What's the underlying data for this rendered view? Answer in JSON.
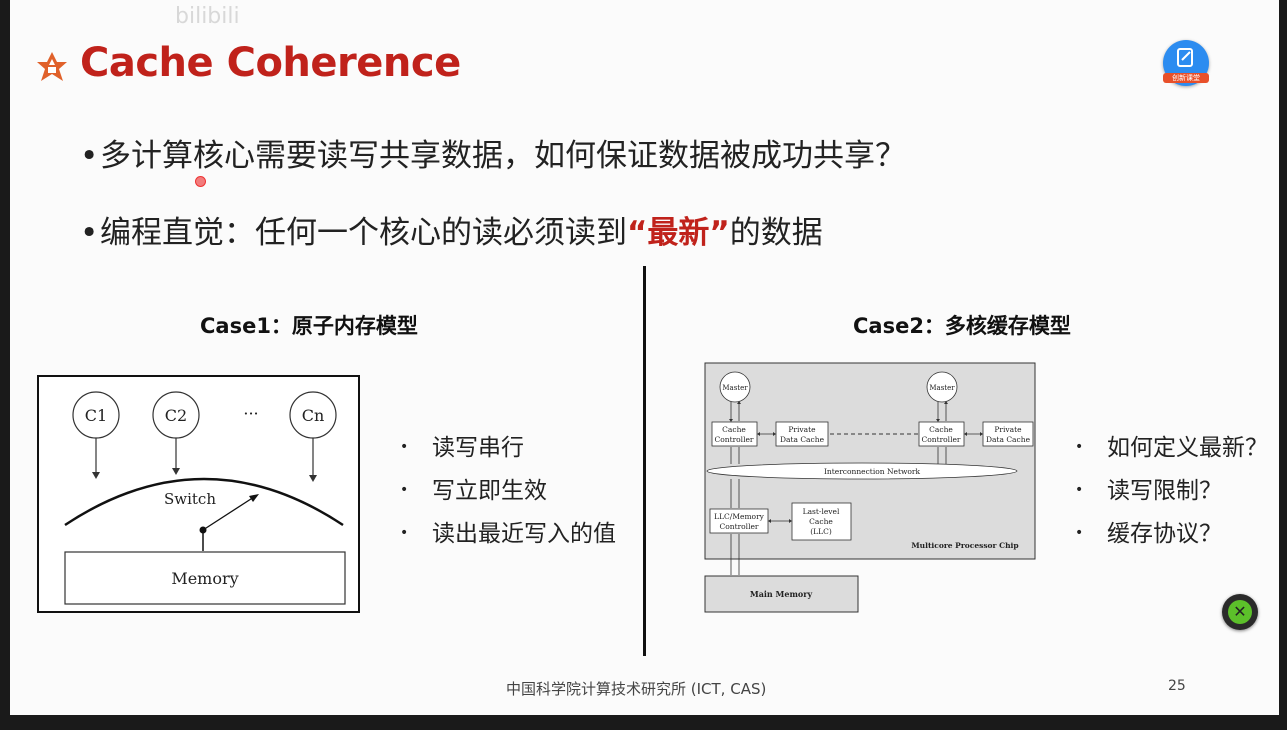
{
  "title": "Cache Coherence",
  "bullets": [
    {
      "text": "多计算核心需要读写共享数据，如何保证数据被成功共享？"
    },
    {
      "prefix": "编程直觉：任何一个核心的读必须读到",
      "highlight": "“最新”",
      "suffix": "的数据"
    }
  ],
  "case1": {
    "title": "Case1：原子内存模型",
    "nodes": [
      "C1",
      "C2",
      "···",
      "Cn"
    ],
    "switch_label": "Switch",
    "memory_label": "Memory",
    "points": [
      "读写串行",
      "写立即生效",
      "读出最近写入的值"
    ]
  },
  "case2": {
    "title": "Case2：多核缓存模型",
    "master_label": "Master",
    "cache_controller": [
      "Cache",
      "Controller"
    ],
    "private_cache": [
      "Private",
      "Data Cache"
    ],
    "interconnect": "Interconnection Network",
    "llc_controller": [
      "LLC/Memory",
      "Controller"
    ],
    "llc": [
      "Last-level",
      "Cache",
      "(LLC)"
    ],
    "chip_label": "Multicore Processor Chip",
    "main_memory": "Main Memory",
    "points": [
      "如何定义最新？",
      "读写限制？",
      "缓存协议？"
    ]
  },
  "footer": "中国科学院计算技术研究所 (ICT, CAS)",
  "page_number": "25",
  "watermark": "bilibili",
  "logo_text": "创新课堂"
}
